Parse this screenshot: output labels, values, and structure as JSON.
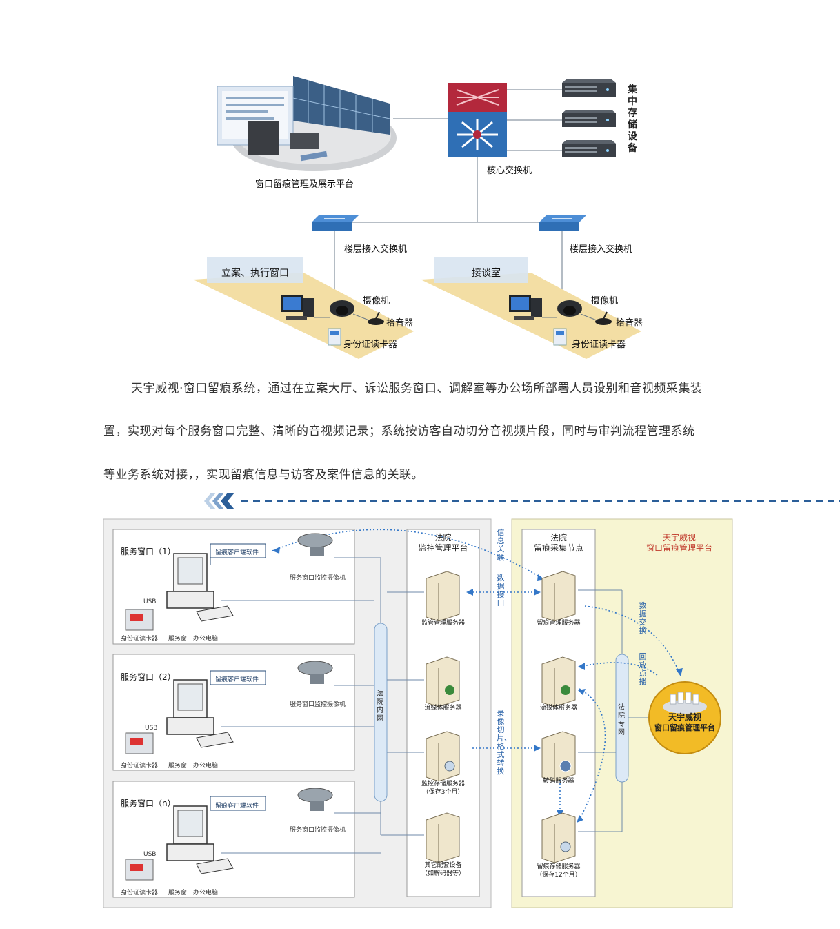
{
  "top_diagram": {
    "platform_label": "窗口留痕管理及展示平台",
    "core_switch_label": "核心交换机",
    "storage_label": "集中存储设备",
    "floor_switch_left_label": "楼层接入交换机",
    "floor_switch_right_label": "楼层接入交换机",
    "room_left_label": "立案、执行窗口",
    "room_right_label": "接谈室",
    "left_camera_label": "摄像机",
    "left_mic_label": "拾音器",
    "left_reader_label": "身份证读卡器",
    "right_camera_label": "摄像机",
    "right_mic_label": "拾音器",
    "right_reader_label": "身份证读卡器"
  },
  "paragraph": {
    "line1": "天宇威视·窗口留痕系统，通过在立案大厅、诉讼服务窗口、调解室等办公场所部署人员设别和音视频采集装",
    "line2": "置，实现对每个服务窗口完整、清晰的音视频记录；系统按访客自动切分音视频片段，同时与审判流程管理系统",
    "line3": "等业务系统对接，，实现留痕信息与访客及案件信息的关联。"
  },
  "bottom_diagram": {
    "windows": [
      {
        "title": "服务窗口（1）",
        "software": "留痕客户端软件",
        "camera": "服务窗口监控摄像机",
        "usb": "USB",
        "reader": "身份证读卡器",
        "pc": "服务窗口办公电脑"
      },
      {
        "title": "服务窗口（2）",
        "software": "留痕客户端软件",
        "camera": "服务窗口监控摄像机",
        "usb": "USB",
        "reader": "身份证读卡器",
        "pc": "服务窗口办公电脑"
      },
      {
        "title": "服务窗口（n）",
        "software": "留痕客户端软件",
        "camera": "服务窗口监控摄像机",
        "usb": "USB",
        "reader": "身份证读卡器",
        "pc": "服务窗口办公电脑"
      }
    ],
    "intranet_label": "法院内网",
    "monitor_platform": {
      "title_line1": "法院",
      "title_line2": "监控管理平台",
      "servers": [
        {
          "line1": "监管管理服务器",
          "line2": ""
        },
        {
          "line1": "流媒体服务器",
          "line2": ""
        },
        {
          "line1": "监控存储服务器",
          "line2": "（保存3个月）"
        },
        {
          "line1": "其它配套设备",
          "line2": "（如解码器等）"
        }
      ]
    },
    "interfaces": {
      "info_link": "信息关联",
      "data_interface": "数据接口",
      "record_slice": "录像切片、格式转换"
    },
    "capture_node": {
      "title_line1": "法院",
      "title_line2": "留痕采集节点",
      "servers": [
        {
          "line1": "留痕管理服务器",
          "line2": ""
        },
        {
          "line1": "流媒体服务器",
          "line2": ""
        },
        {
          "line1": "转码服务器",
          "line2": ""
        },
        {
          "line1": "留痕存储服务器",
          "line2": "（保存12个月）"
        }
      ]
    },
    "private_net_label": "法院专网",
    "data_exchange": "数据交换",
    "playback": "回放点播",
    "platform_header_line1": "天宇威视",
    "platform_header_line2": "窗口留痕管理平台",
    "platform_circle_line1": "天宇威视",
    "platform_circle_line2": "窗口留痕管理平台"
  },
  "colors": {
    "switch_blue": "#2f6fb5",
    "switch_red": "#b3283c",
    "room_floor": "#f3dea4",
    "yellow_panel": "#f7f5d2",
    "platform_circle": "#f2bb26",
    "dashed_blue": "#2b5e99",
    "arrow_blue": "#3377c8"
  }
}
